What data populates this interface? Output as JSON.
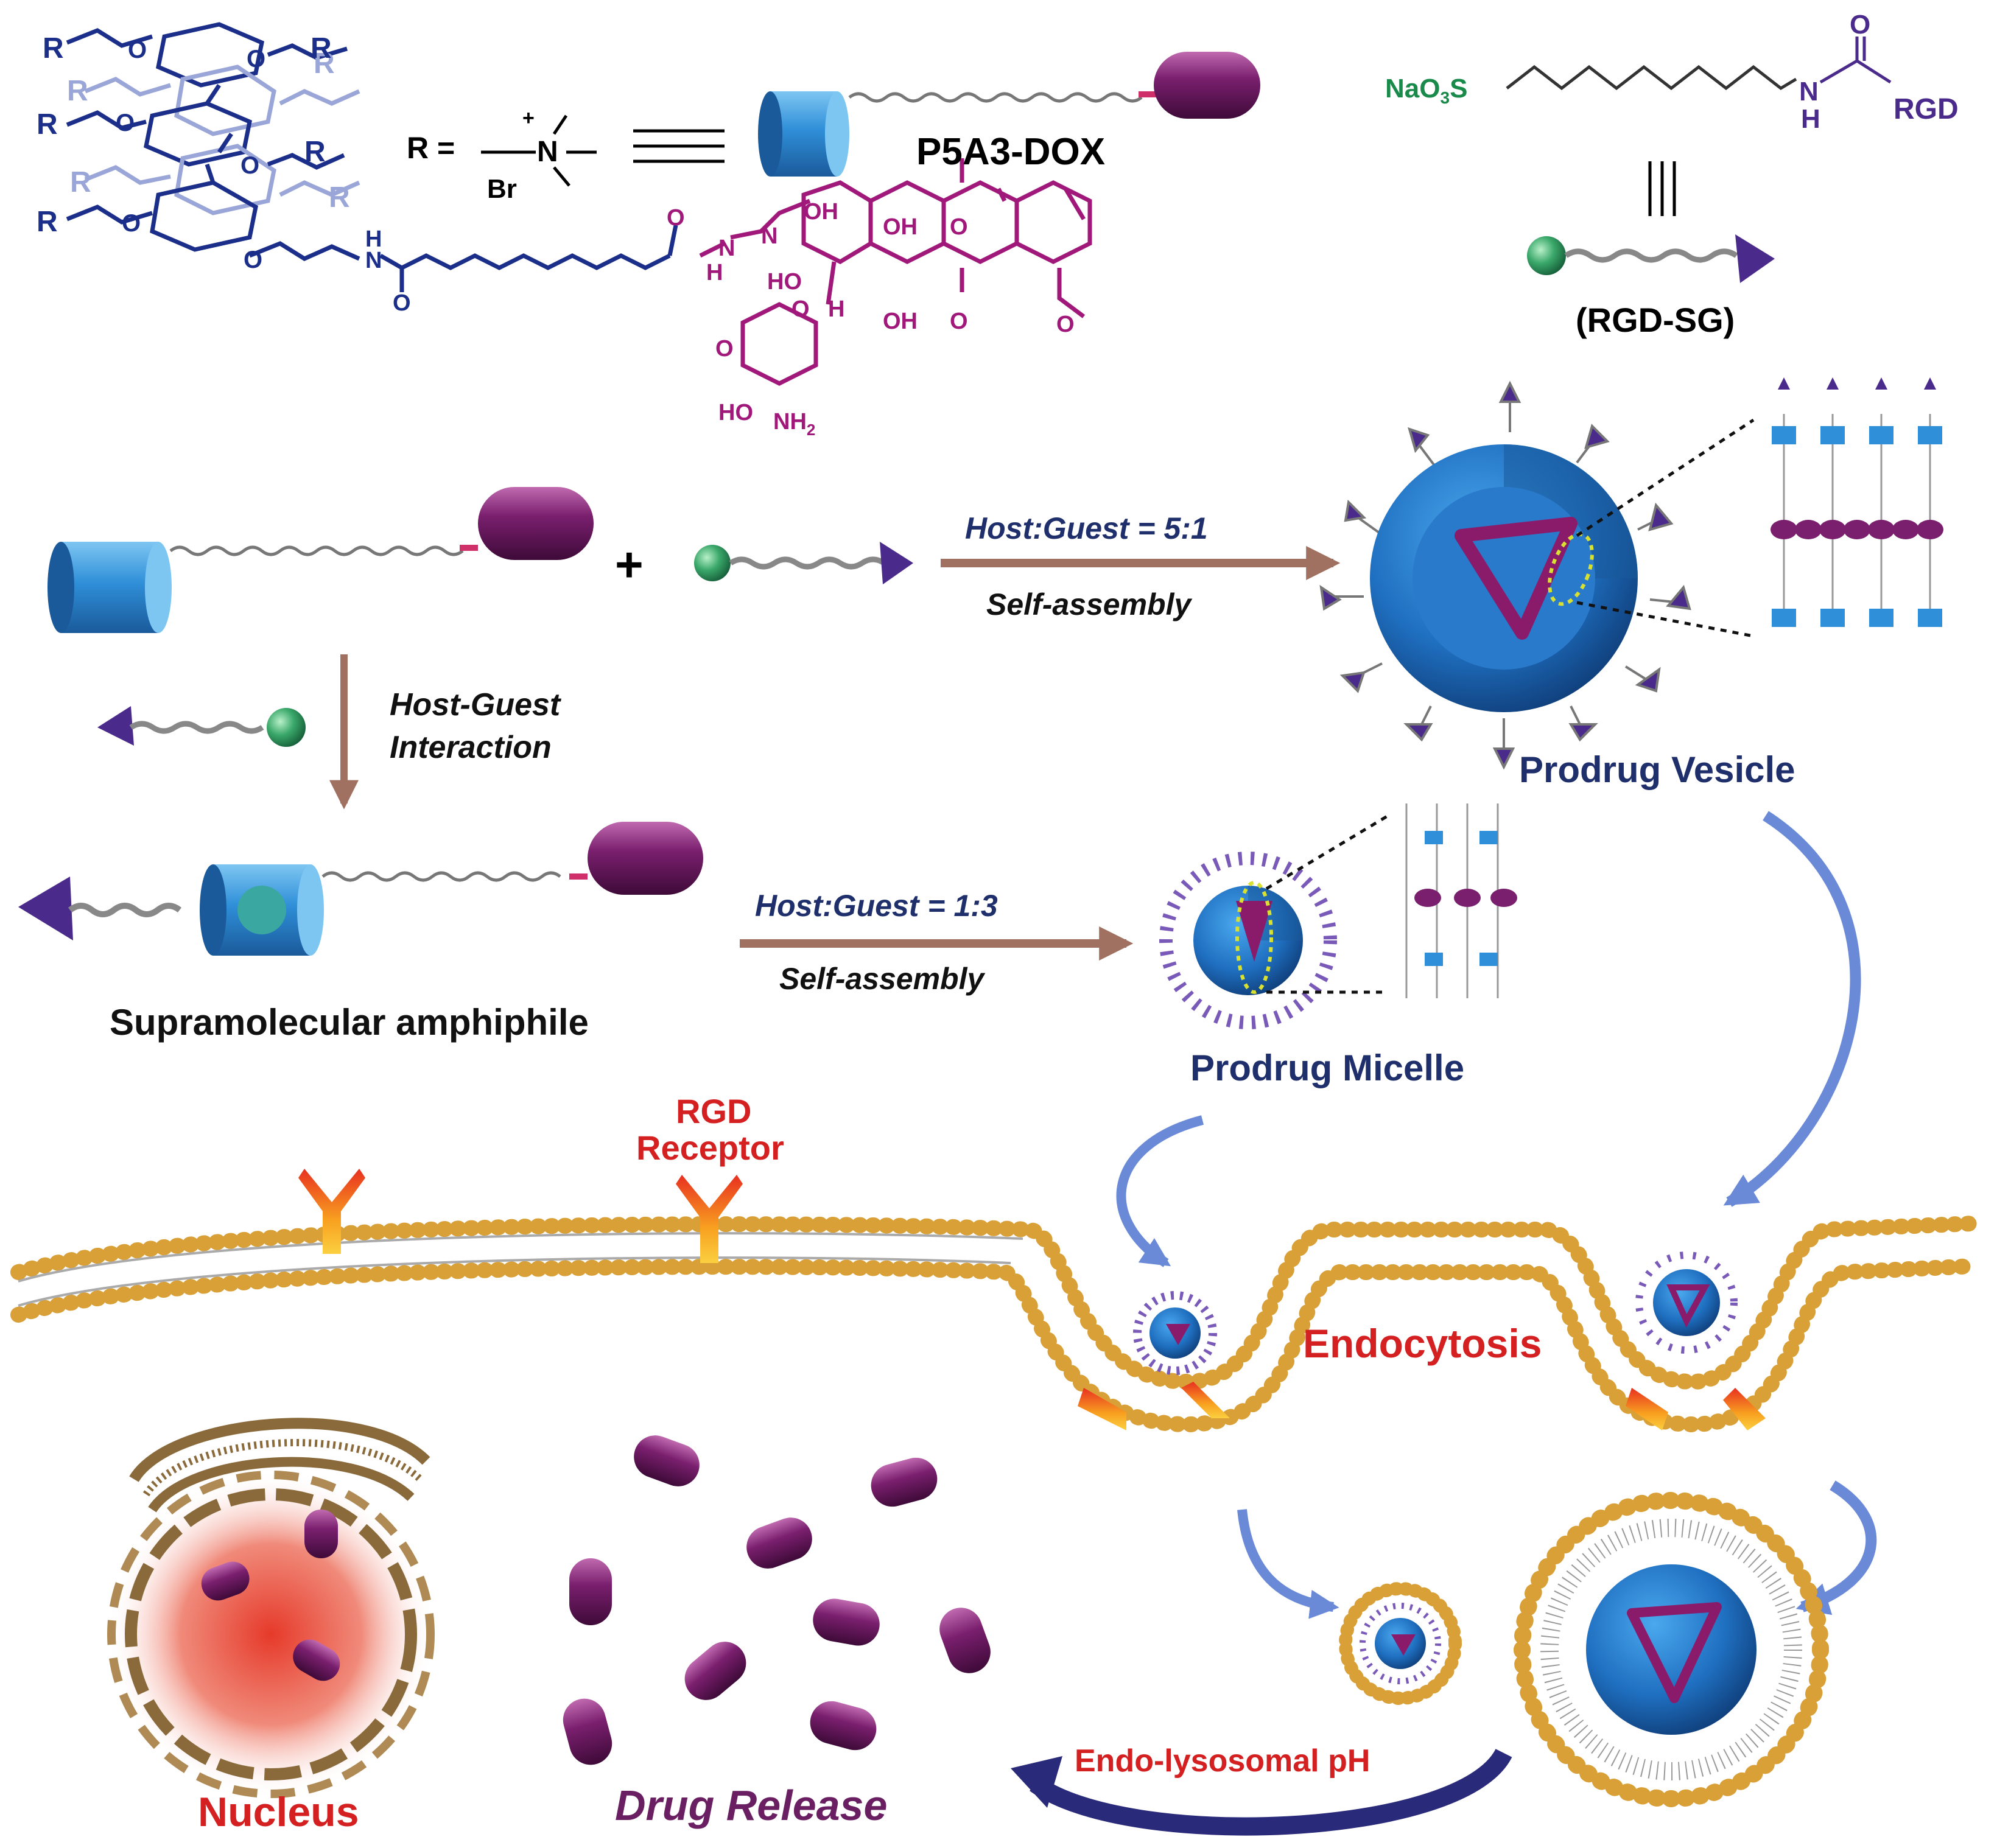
{
  "colors": {
    "host": "#2f8fd8",
    "host_dark": "#1f5f9f",
    "drug": "#7a1f6e",
    "guest_ball": "#3aa86a",
    "rgd_triangle": "#4a2b8c",
    "navy_text": "#1f2f6b",
    "red_text": "#d42020",
    "purple_text": "#6a1f62",
    "arrow_brown": "#a07060",
    "lipid_head": "#d8a037",
    "receptor": "#f0a020",
    "chem_blue": "#1b2f8a",
    "chem_pale": "#9aa6d8",
    "chem_magenta": "#a0187a",
    "chem_green": "#1a8a4a",
    "nucleus_red": "#e63a2a",
    "golgi": "#8a6a3a"
  },
  "chem": {
    "r_label": "R",
    "r_equals": "R =",
    "o_atom": "O",
    "n_atom": "N",
    "plus_sign": "+",
    "br_ion": "Br",
    "h_atom": "H",
    "oh": "OH",
    "ho": "HO",
    "nh2": "NH",
    "nh2_sub": "2",
    "nao3s": "NaO",
    "nao3s_sub": "3",
    "nao3s_end": "S",
    "rgd": "RGD"
  },
  "labels": {
    "p5a3_dox": "P5A3-DOX",
    "rgd_sg": "(RGD-SG)",
    "host_guest_51": "Host:Guest = 5:1",
    "self_assembly": "Self-assembly",
    "host_guest_13": "Host:Guest = 1:3",
    "host_guest_interaction_1": "Host-Guest",
    "host_guest_interaction_2": "Interaction",
    "prodrug_vesicle": "Prodrug Vesicle",
    "supramolecular_amphiphile": "Supramolecular amphiphile",
    "prodrug_micelle": "Prodrug Micelle",
    "rgd_receptor_1": "RGD",
    "rgd_receptor_2": "Receptor",
    "endocytosis": "Endocytosis",
    "nucleus": "Nucleus",
    "drug_release": "Drug Release",
    "endo_lysosomal_ph": "Endo-lysosomal pH",
    "plus": "+"
  }
}
